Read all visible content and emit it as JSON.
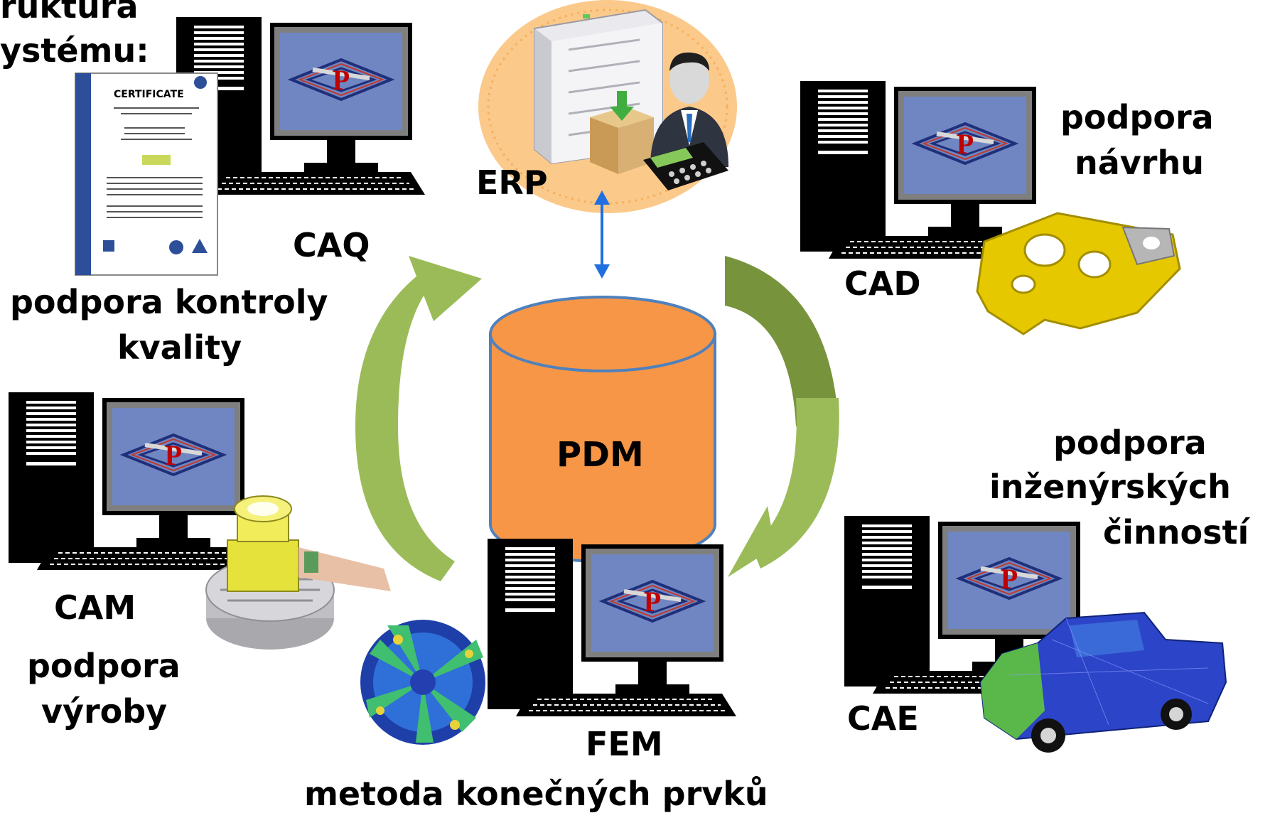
{
  "title": {
    "line1": "ruktura",
    "line2": "ystému:"
  },
  "center": {
    "label": "PDM"
  },
  "nodes": {
    "erp": {
      "label": "ERP"
    },
    "caq": {
      "label": "CAQ",
      "desc1": "podpora kontroly",
      "desc2": "kvality"
    },
    "cad": {
      "label": "CAD",
      "desc1": "podpora",
      "desc2": "návrhu"
    },
    "cam": {
      "label": "CAM",
      "desc1": "podpora",
      "desc2": "výroby"
    },
    "cae": {
      "label": "CAE",
      "desc1": "podpora",
      "desc2": "inženýrských",
      "desc3": "činností"
    },
    "fem": {
      "label": "FEM",
      "desc1": "metoda konečných prvků"
    }
  },
  "certificate": {
    "heading": "CERTIFICATE"
  },
  "colors": {
    "cylinder_fill": "#f79646",
    "cylinder_stroke": "#4f81bd",
    "arrow_light": "#9bbb59",
    "arrow_dark": "#77933c",
    "connector": "#1f6fe0",
    "monitor_screen": "#6f86c2",
    "erp_circle": "#fbc98a"
  },
  "icons": [
    "computer-icon",
    "logo-icon",
    "server-icon",
    "user-icon",
    "package-icon",
    "keypad-icon",
    "gear-part-icon",
    "engine-part-icon",
    "turbine-fem-icon",
    "truck-mesh-icon",
    "certificate-icon"
  ]
}
